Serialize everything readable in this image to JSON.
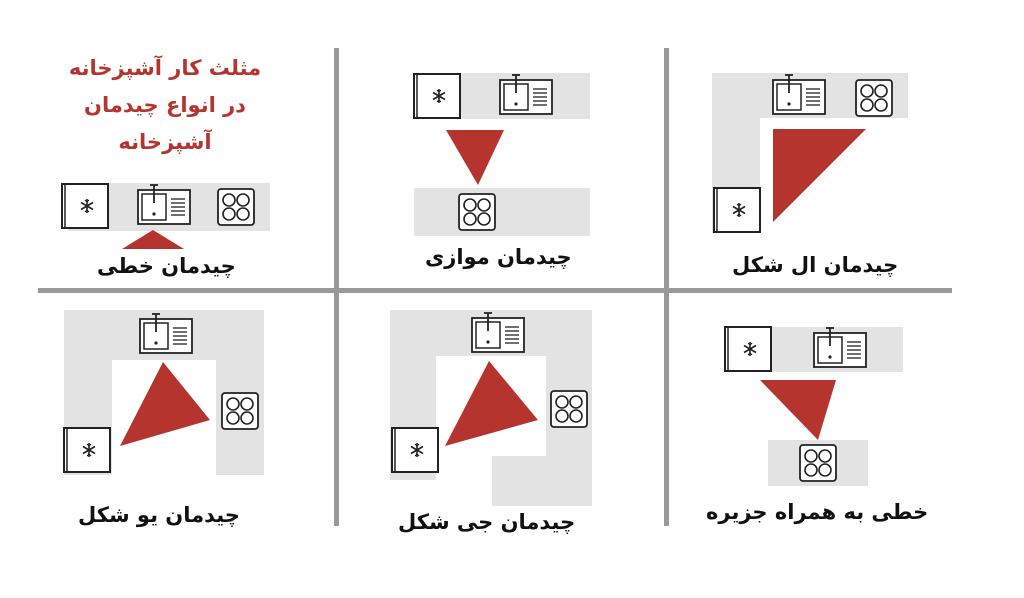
{
  "title": {
    "lines": [
      "مثلث کار آشپزخانه",
      "در انواع چیدمان",
      "آشپزخانه"
    ],
    "color": "#b5352e"
  },
  "layouts": [
    {
      "label": "چیدمان خطی"
    },
    {
      "label": "چیدمان موازی"
    },
    {
      "label": "چیدمان ال شکل"
    },
    {
      "label": "چیدمان یو شکل"
    },
    {
      "label": "چیدمان جی شکل"
    },
    {
      "label": "خطی به همراه جزیره"
    }
  ],
  "icons": [
    "fridge-icon",
    "sink-icon",
    "stove-icon"
  ],
  "colors": {
    "counter": "#e3e3e3",
    "triangle": "#b5352e",
    "separator": "#999999",
    "text": "#111111"
  }
}
